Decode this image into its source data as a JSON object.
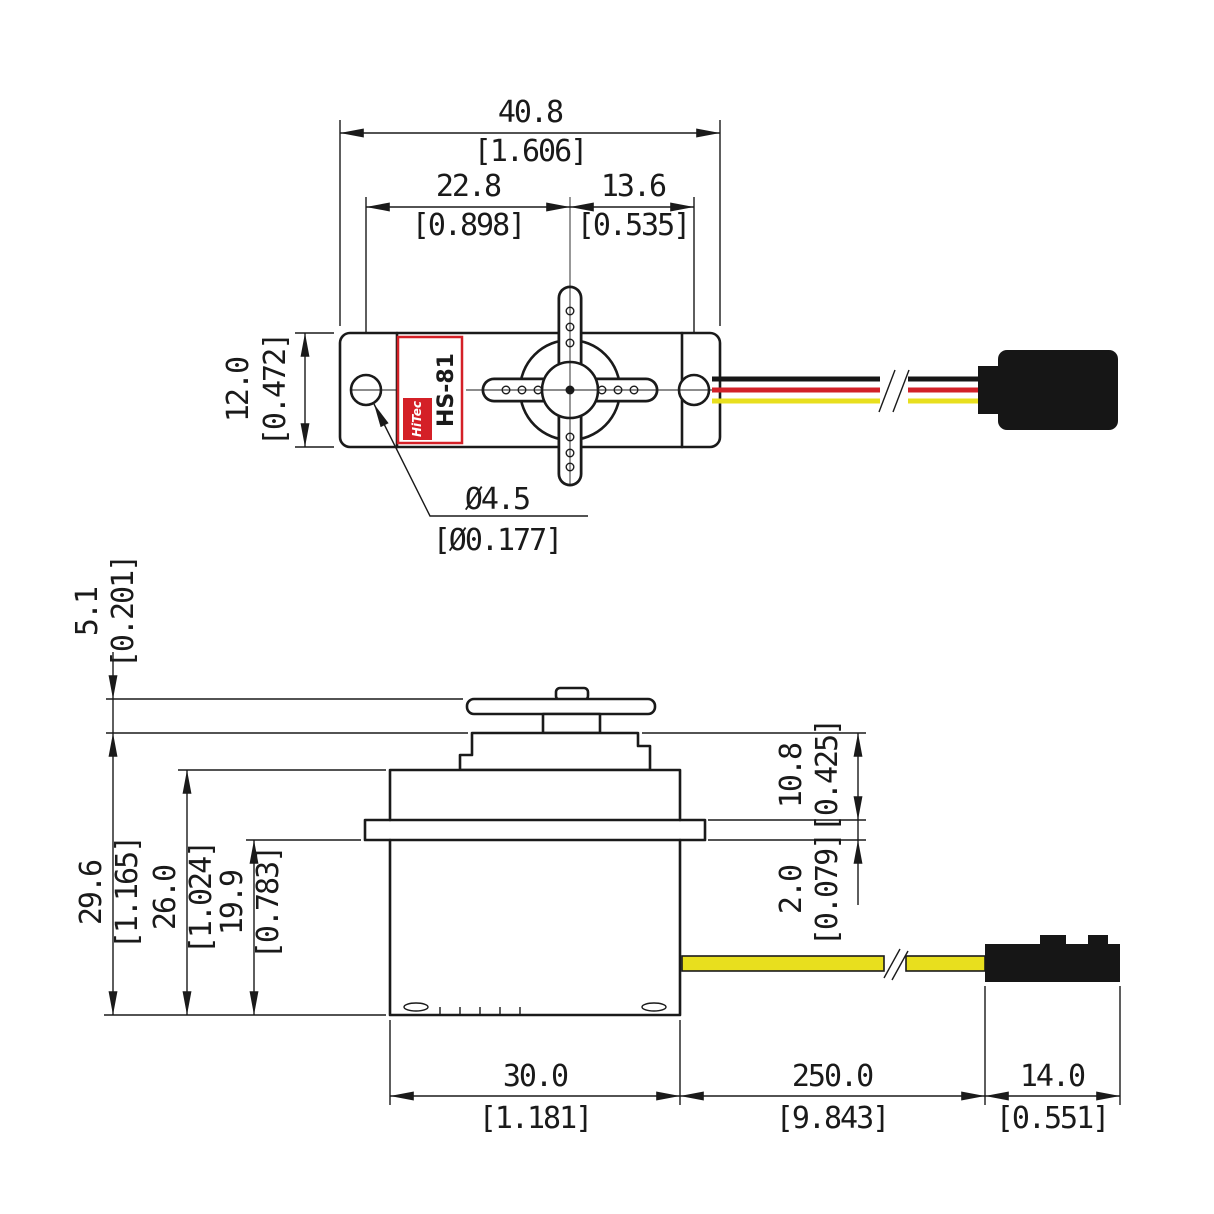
{
  "colors": {
    "line": "#1a1a1a",
    "red": "#d22128",
    "yellow": "#e8df1e",
    "black_wire": "#161616",
    "label_red": "#d42027"
  },
  "label": {
    "brand": "HiTec",
    "model": "HS-81"
  },
  "top_view": {
    "overall_width": {
      "mm": "40.8",
      "in": "[1.606]"
    },
    "left_hole_to_shaft": {
      "mm": "22.8",
      "in": "[0.898]"
    },
    "shaft_to_right_hole": {
      "mm": "13.6",
      "in": "[0.535]"
    },
    "body_depth": {
      "mm": "12.0",
      "in": "[0.472]"
    },
    "mount_hole_diameter": {
      "mm": "Ø4.5",
      "in": "[Ø0.177]"
    }
  },
  "side_view": {
    "horn_stack_height": {
      "mm": "5.1",
      "in": "[0.201]"
    },
    "case_height": {
      "mm": "29.6",
      "in": "[1.165]"
    },
    "body_height": {
      "mm": "26.0",
      "in": "[1.024]"
    },
    "bottom_to_flange": {
      "mm": "19.9",
      "in": "[0.783]"
    },
    "flange_to_top": {
      "mm": "10.8",
      "in": "[0.425]"
    },
    "flange_thickness": {
      "mm": "2.0",
      "in": "[0.079]"
    },
    "body_length": {
      "mm": "30.0",
      "in": "[1.181]"
    },
    "cable_length": {
      "mm": "250.0",
      "in": "[9.843]"
    },
    "connector_length": {
      "mm": "14.0",
      "in": "[0.551]"
    }
  }
}
